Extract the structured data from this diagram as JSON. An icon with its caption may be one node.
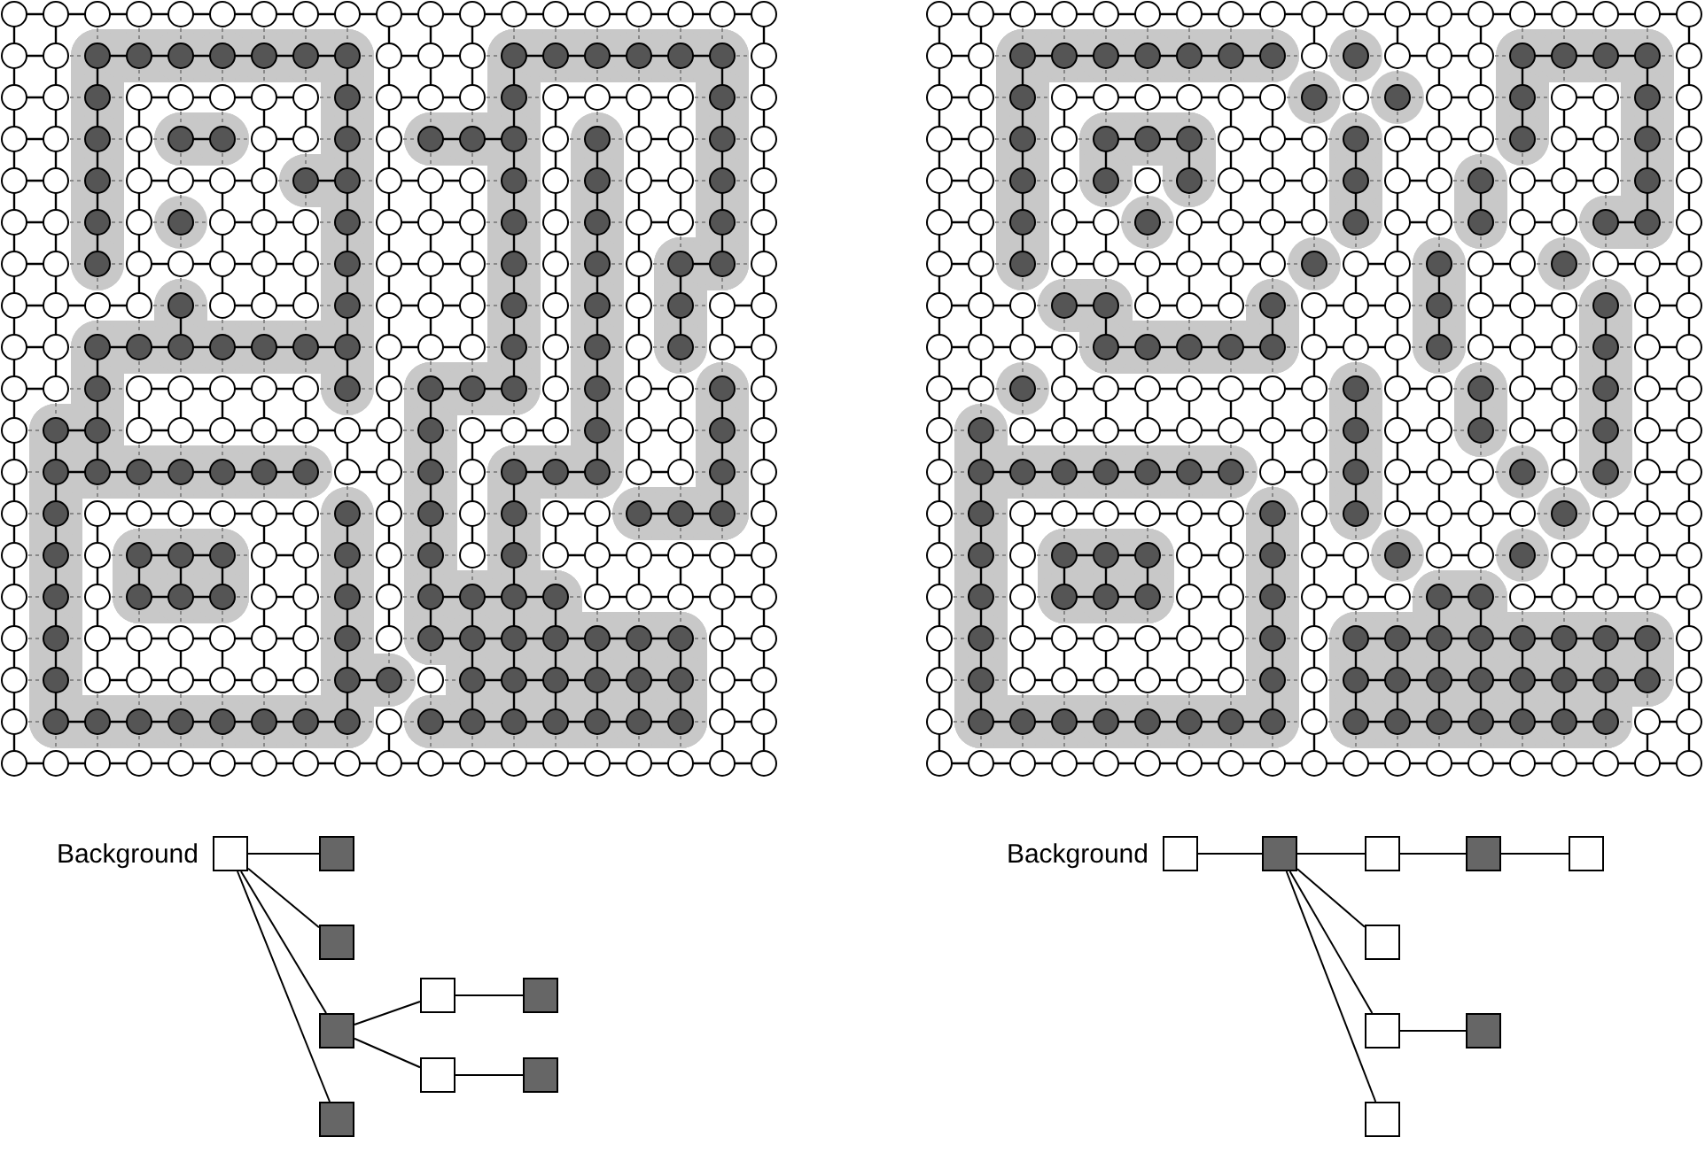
{
  "diagram": {
    "nodes": [
      {
        "text": [],
        "shape": "box",
        "beside": [
          "Background"
        ]
      },
      {
        "text": [],
        "shape": "box"
      },
      {
        "text": [],
        "shape": "box"
      },
      {
        "text": [],
        "shape": "box"
      },
      {
        "text": [],
        "shape": "box"
      },
      {
        "text": [],
        "shape": "box"
      },
      {
        "text": [],
        "shape": "box"
      },
      {
        "text": [],
        "shape": "box"
      },
      {
        "text": [],
        "shape": "box"
      },
      {
        "text": [],
        "shape": "box",
        "beside": [
          "Background"
        ]
      },
      {
        "text": [],
        "shape": "box"
      },
      {
        "text": [],
        "shape": "box"
      },
      {
        "text": [],
        "shape": "box"
      },
      {
        "text": [],
        "shape": "box"
      },
      {
        "text": [],
        "shape": "box"
      },
      {
        "text": [],
        "shape": "box"
      },
      {
        "text": [],
        "shape": "box"
      },
      {
        "text": [],
        "shape": "box"
      }
    ],
    "edges": [
      {
        "from": 0,
        "to": 1,
        "arrow": "none"
      },
      {
        "from": 0,
        "to": 2,
        "arrow": "none"
      },
      {
        "from": 0,
        "to": 3,
        "arrow": "none"
      },
      {
        "from": 0,
        "to": 8,
        "arrow": "none"
      },
      {
        "from": 3,
        "to": 4,
        "arrow": "none"
      },
      {
        "from": 4,
        "to": 5,
        "arrow": "none"
      },
      {
        "from": 3,
        "to": 6,
        "arrow": "none"
      },
      {
        "from": 6,
        "to": 7,
        "arrow": "none"
      },
      {
        "from": 9,
        "to": 10,
        "arrow": "none"
      },
      {
        "from": 10,
        "to": 11,
        "arrow": "none"
      },
      {
        "from": 11,
        "to": 12,
        "arrow": "none"
      },
      {
        "from": 12,
        "to": 13,
        "arrow": "none"
      },
      {
        "from": 10,
        "to": 14,
        "arrow": "none"
      },
      {
        "from": 10,
        "to": 15,
        "arrow": "none"
      },
      {
        "from": 10,
        "to": 17,
        "arrow": "none"
      },
      {
        "from": 15,
        "to": 16,
        "arrow": "none"
      }
    ]
  }
}
